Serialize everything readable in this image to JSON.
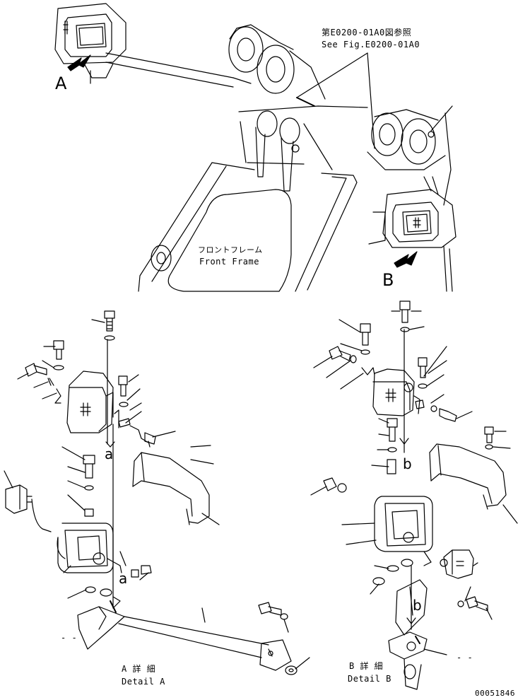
{
  "refs": {
    "ref_jp": "第E0200-01A0図参照",
    "ref_en": "See Fig.E0200-01A0"
  },
  "frame": {
    "label_jp": "フロントフレーム",
    "label_en": "Front Frame"
  },
  "views": {
    "view_a": "A",
    "view_b": "B"
  },
  "details": {
    "a_jp": "A 詳 細",
    "a_en": "Detail A",
    "b_jp": "B 詳 細",
    "b_en": "Detail B",
    "mark_a": "a",
    "mark_b": "b"
  },
  "dashes": {
    "left": "- -",
    "right": "- -"
  },
  "drawing_number": "00051846"
}
